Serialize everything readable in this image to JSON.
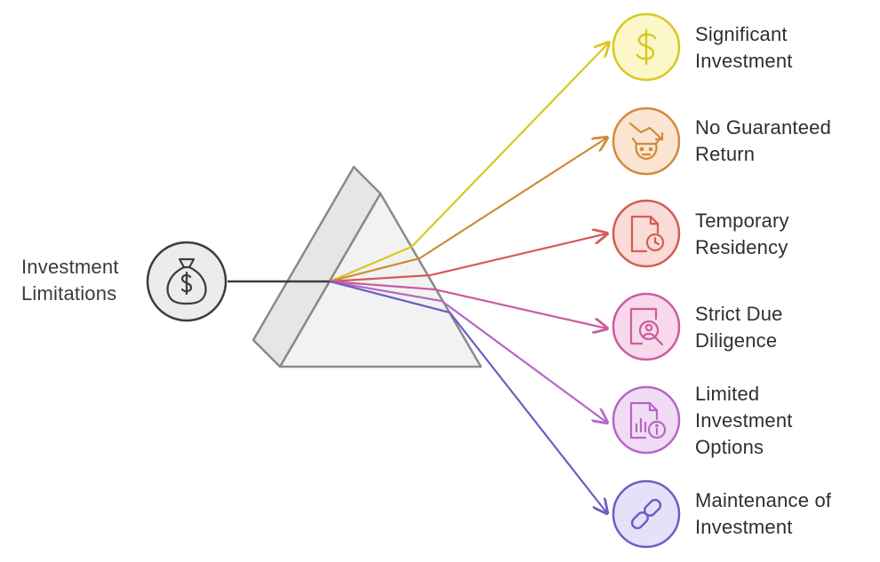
{
  "source": {
    "label_lines": [
      "Investment",
      "Limitations"
    ],
    "icon": "money-bag-icon"
  },
  "branches": [
    {
      "label_lines": [
        "Significant",
        "Investment"
      ],
      "icon": "dollar-icon",
      "color": "#d9c81f",
      "fill": "#fbf7c9"
    },
    {
      "label_lines": [
        "No Guaranteed",
        "Return"
      ],
      "icon": "bull-market-down-icon",
      "color": "#d28a3c",
      "fill": "#fae5d2"
    },
    {
      "label_lines": [
        "Temporary",
        "Residency"
      ],
      "icon": "document-clock-icon",
      "color": "#d35d52",
      "fill": "#fadbd7"
    },
    {
      "label_lines": [
        "Strict Due",
        "Diligence"
      ],
      "icon": "document-search-person-icon",
      "color": "#cc5b9f",
      "fill": "#f8d8ec"
    },
    {
      "label_lines": [
        "Limited",
        "Investment",
        "Options"
      ],
      "icon": "document-chart-info-icon",
      "color": "#b567c4",
      "fill": "#f1dcf5"
    },
    {
      "label_lines": [
        "Maintenance of",
        "Investment"
      ],
      "icon": "chain-link-icon",
      "color": "#6b5ec4",
      "fill": "#e4e2f8"
    }
  ]
}
